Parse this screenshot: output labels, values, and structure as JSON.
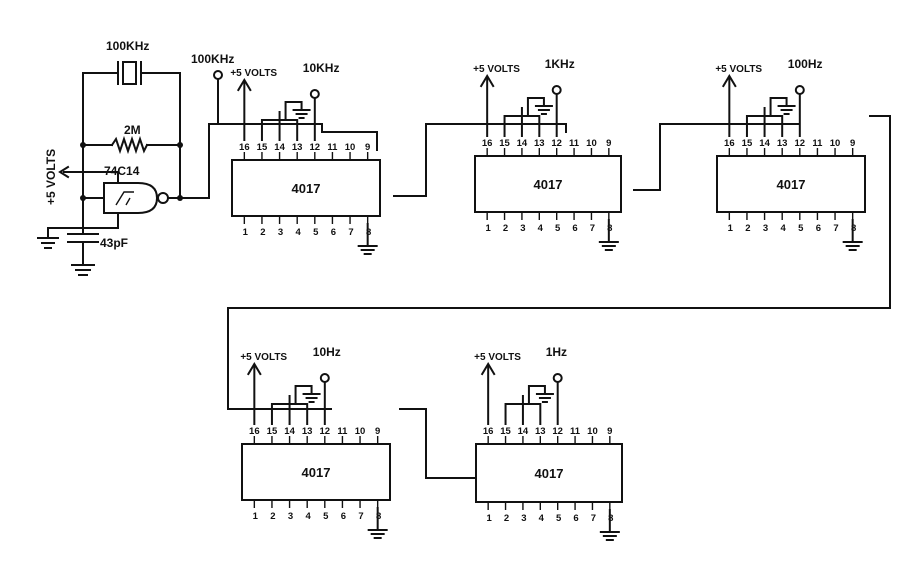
{
  "oscillator": {
    "crystal_label": "100KHz",
    "output_label": "100KHz",
    "resistor_label": "2M",
    "ic_label": "74C14",
    "supply_label": "+5 VOLTS",
    "cap_label": "43pF"
  },
  "counters": [
    {
      "chip": "4017",
      "supply": "+5 VOLTS",
      "output": "10KHz"
    },
    {
      "chip": "4017",
      "supply": "+5 VOLTS",
      "output": "1KHz"
    },
    {
      "chip": "4017",
      "supply": "+5 VOLTS",
      "output": "100Hz"
    },
    {
      "chip": "4017",
      "supply": "+5 VOLTS",
      "output": "10Hz"
    },
    {
      "chip": "4017",
      "supply": "+5 VOLTS",
      "output": "1Hz"
    }
  ],
  "pins_top": [
    "16",
    "15",
    "14",
    "13",
    "12",
    "11",
    "10",
    "9"
  ],
  "pins_bottom": [
    "1",
    "2",
    "3",
    "4",
    "5",
    "6",
    "7",
    "8"
  ]
}
